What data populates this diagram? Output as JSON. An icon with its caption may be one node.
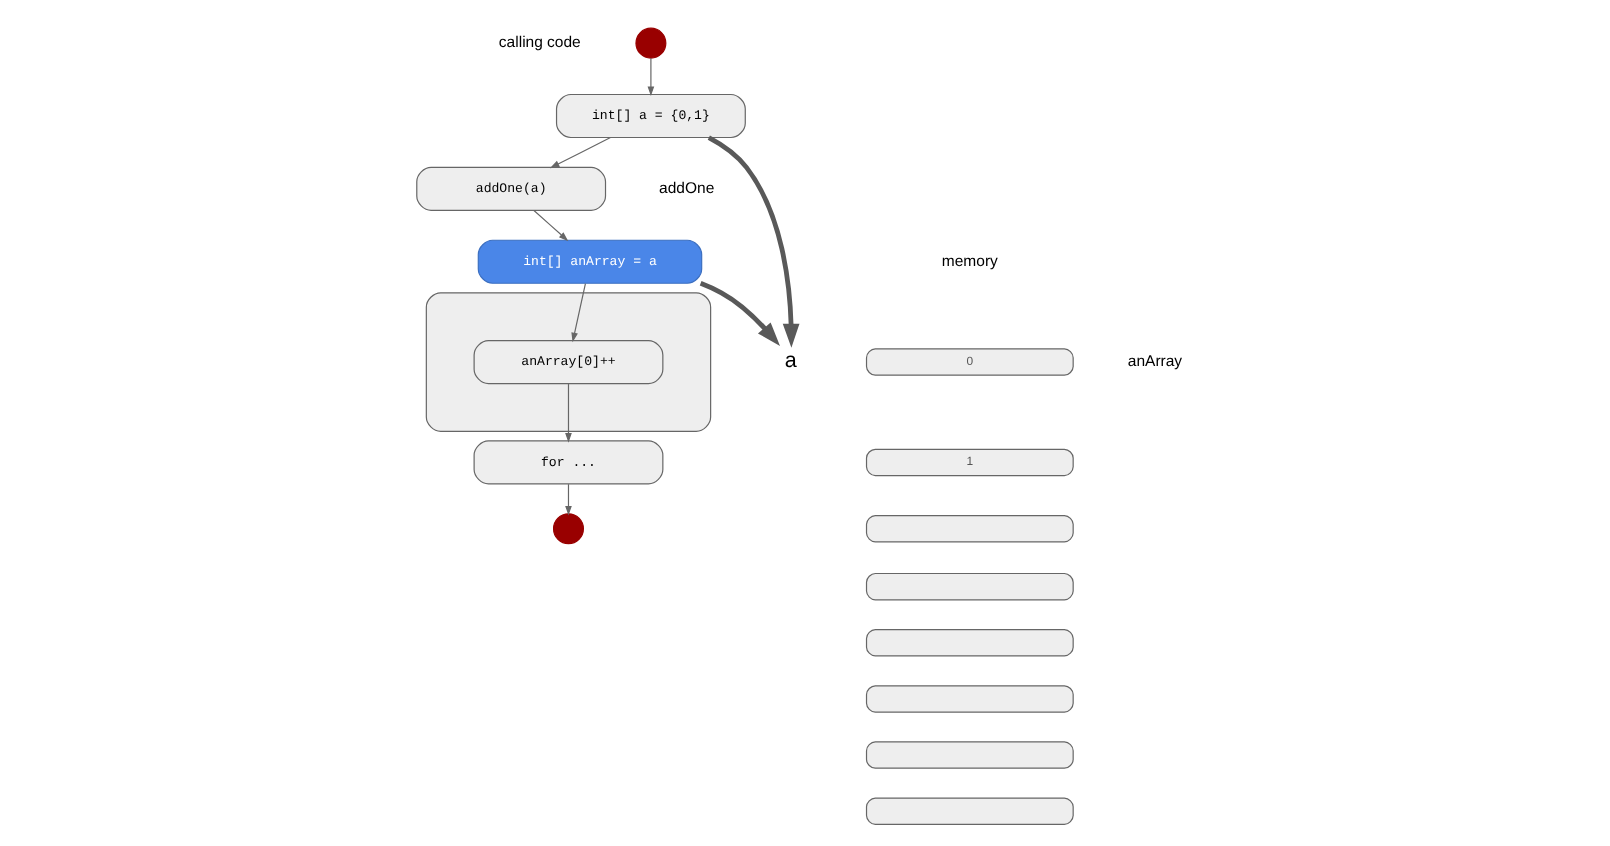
{
  "diagram": {
    "nodes": [
      {
        "text": [
          "int[] anArray = a"
        ]
      },
      {
        "text": [],
        "shape": "box"
      },
      {
        "text": [
          "anArray[0]++"
        ],
        "in": 1
      },
      {
        "text": [],
        "shape": "circle"
      },
      {
        "text": [
          "int[] a = {0,1}"
        ]
      },
      {
        "text": [
          "addOne(a)"
        ]
      },
      {
        "text": [
          "for ..."
        ]
      },
      {
        "text": [],
        "shape": "circle"
      },
      {
        "text": [
          "a"
        ]
      },
      {
        "text": [
          "0"
        ]
      },
      {
        "text": [
          "1"
        ]
      },
      {
        "text": [],
        "shape": "box"
      },
      {
        "text": [],
        "shape": "box"
      },
      {
        "text": [],
        "shape": "box"
      },
      {
        "text": [],
        "shape": "box"
      },
      {
        "text": [],
        "shape": "box"
      },
      {
        "text": [],
        "shape": "box"
      }
    ],
    "edges": [
      {
        "from": 5,
        "to": 0,
        "arrow": "to"
      },
      {
        "from": 0,
        "to": 8,
        "arrow": "to",
        "style": "thick"
      },
      {
        "from": 0,
        "to": 2,
        "arrow": "to"
      },
      {
        "from": 3,
        "to": 4,
        "arrow": "to"
      },
      {
        "from": 4,
        "to": 8,
        "arrow": "to",
        "style": "thick"
      },
      {
        "from": 4,
        "to": 5,
        "arrow": "to"
      },
      {
        "from": 2,
        "to": 6,
        "arrow": "to"
      },
      {
        "from": 6,
        "to": 7,
        "arrow": "to"
      }
    ],
    "labels": [
      "addOne",
      "memory",
      "anArray",
      "calling code"
    ]
  }
}
